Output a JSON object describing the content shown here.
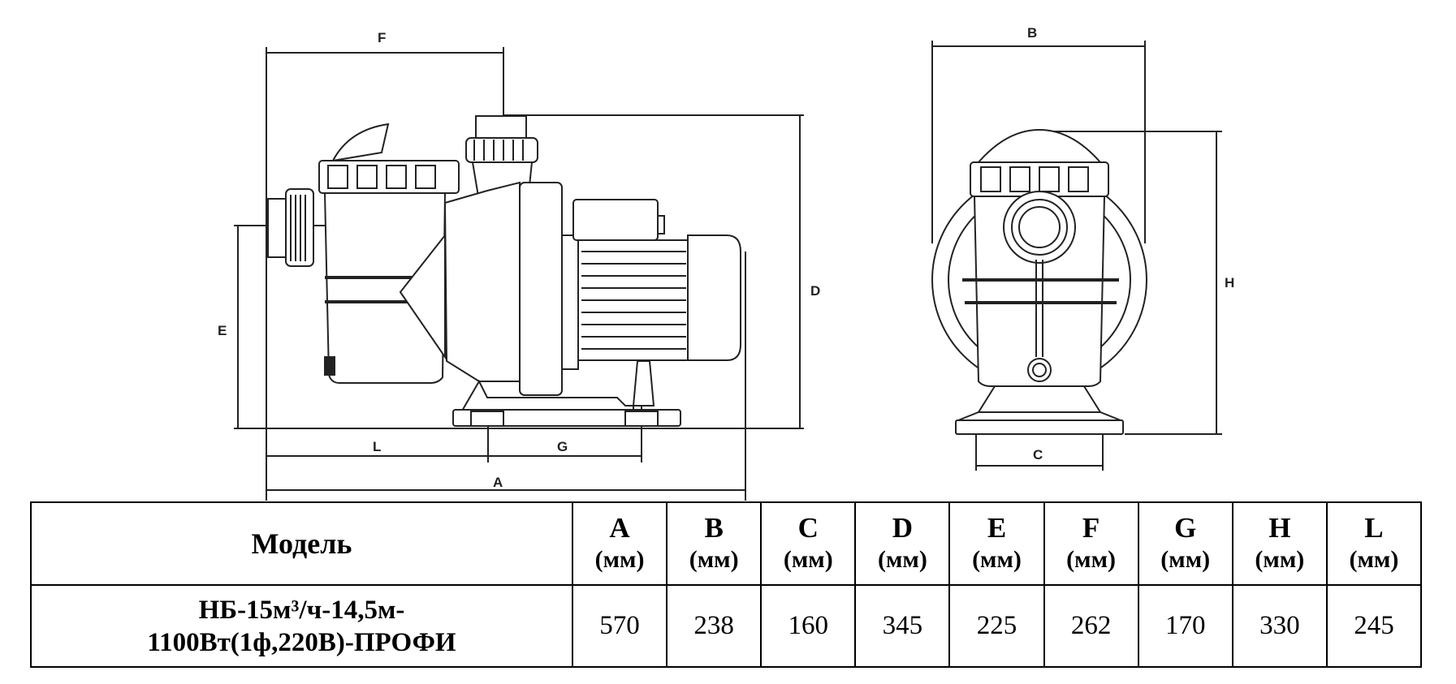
{
  "diagram": {
    "labels": {
      "A": "A",
      "B": "B",
      "C": "C",
      "D": "D",
      "E": "E",
      "F": "F",
      "G": "G",
      "H": "H",
      "L": "L"
    }
  },
  "table": {
    "model_header": "Модель",
    "unit": "(мм)",
    "columns": [
      "A",
      "B",
      "C",
      "D",
      "E",
      "F",
      "G",
      "H",
      "L"
    ],
    "model_line1": "НБ-15м³/ч-14,5м-",
    "model_line2": "1100Вт(1ф,220В)-ПРОФИ",
    "values": [
      "570",
      "238",
      "160",
      "345",
      "225",
      "262",
      "170",
      "330",
      "245"
    ]
  }
}
